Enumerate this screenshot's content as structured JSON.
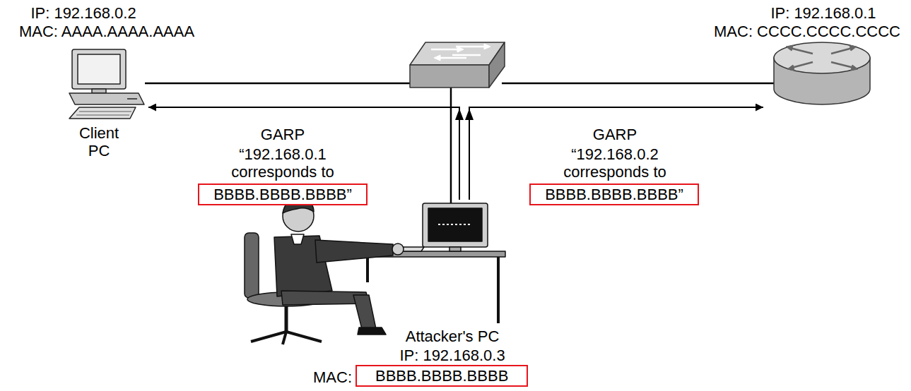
{
  "diagram": {
    "nodes": [
      {
        "text": [
          "IP: 192.168.0.2",
          "MAC: AAAA.AAAA.AAAA",
          "Client PC"
        ]
      },
      {
        "text": [
          "IP: 192.168.0.1",
          "MAC: CCCC.CCCC.CCCC"
        ]
      },
      {
        "text": [
          "Attacker's PC",
          "IP: 192.168.0.3",
          "MAC:",
          "BBBB.BBBB.BBBB"
        ]
      }
    ],
    "edges": [
      {
        "from": 2,
        "to": 0,
        "arrow": "to",
        "label": "GARP"
      },
      {
        "from": 2,
        "to": 1,
        "arrow": "to",
        "label": "GARP"
      }
    ],
    "labels": [
      "“192.168.0.1 corresponds to",
      "BBBB.BBBB.BBBB”",
      "“192.168.0.2 corresponds to",
      "BBBB.BBBB.BBBB”"
    ]
  }
}
